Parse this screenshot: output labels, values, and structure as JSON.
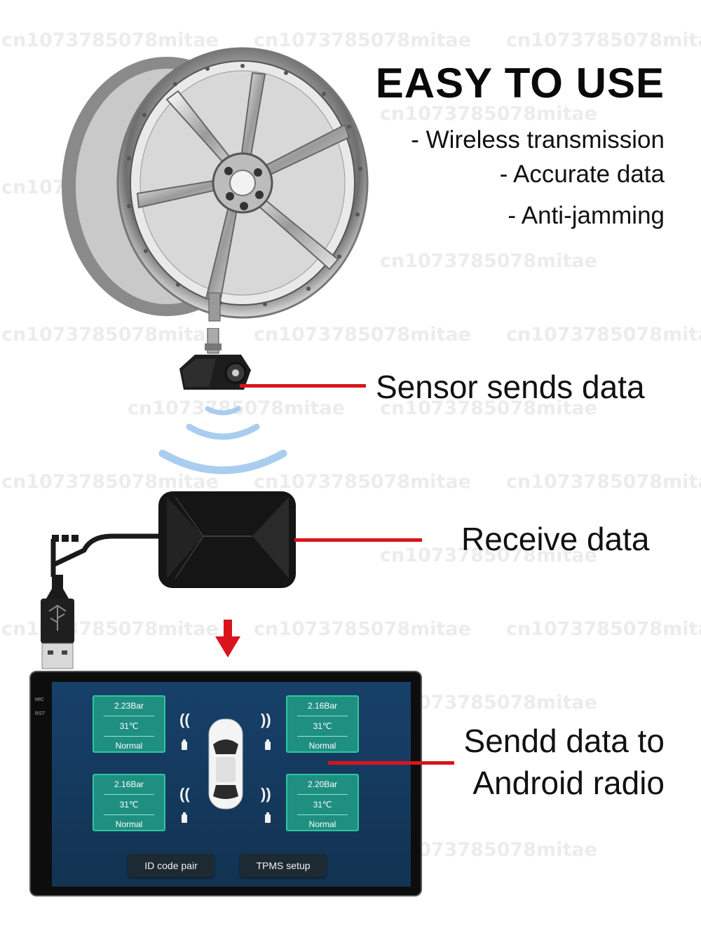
{
  "watermark": "cn1073785078mitae",
  "headline": "EASY TO USE",
  "features": [
    "- Wireless transmission",
    "- Accurate data",
    "- Anti-jamming"
  ],
  "callouts": {
    "sensor": "Sensor sends data",
    "receiver": "Receive data",
    "radio_line1": "Sendd data to",
    "radio_line2": "Android radio"
  },
  "screen": {
    "side_labels": [
      "MIC",
      "RST"
    ],
    "tiles": [
      {
        "pressure": "2.23Bar",
        "temp": "31℃",
        "status": "Normal"
      },
      {
        "pressure": "2.16Bar",
        "temp": "31℃",
        "status": "Normal"
      },
      {
        "pressure": "2.16Bar",
        "temp": "31℃",
        "status": "Normal"
      },
      {
        "pressure": "2.20Bar",
        "temp": "31℃",
        "status": "Normal"
      }
    ],
    "buttons": {
      "pair": "ID code pair",
      "setup": "TPMS setup"
    }
  },
  "colors": {
    "accent_red": "#d9141c",
    "screen_bg": "#163a5c",
    "tile_bg": "#1f8f82",
    "wave_blue": "#a9cdef"
  },
  "icons": [
    "wheel",
    "tpms-sensor",
    "signal-waves",
    "receiver-box",
    "usb-plug",
    "down-arrow",
    "car-top-view",
    "battery-icon"
  ]
}
